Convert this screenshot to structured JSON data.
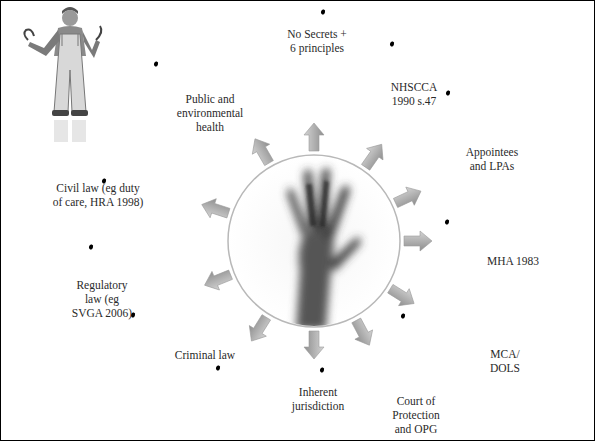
{
  "diagram": {
    "labels": [
      "No Secrets + 6 principles",
      "NHSCCA 1990 s.47",
      "Appointees and LPAs",
      "MHA 1983",
      "MCA/ DOLS",
      "Court of Protection and OPG",
      "Inherent jurisdiction",
      "Criminal law",
      "Regulatory law (eg SVGA 2006)",
      "Civil law (eg duty of care, HRA 1998)",
      "Public and environmental health"
    ]
  }
}
